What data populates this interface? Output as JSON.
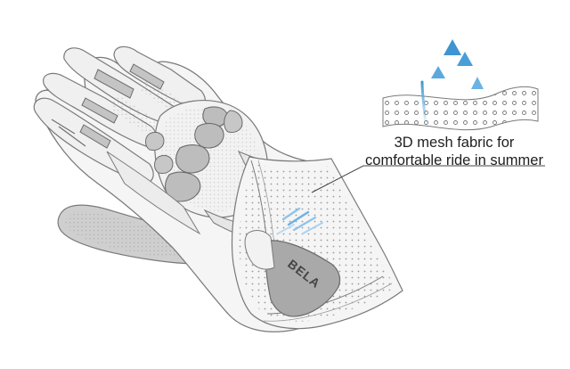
{
  "callout": {
    "line1": "3D mesh fabric for",
    "line2": "comfortable ride in summer"
  },
  "brand": {
    "logo_text": "BELA"
  },
  "colors": {
    "outline": "#7a7a7a",
    "glove_fill": "#f4f4f4",
    "panel_fill": "#c9c9c9",
    "dark_panel": "#a9a9a9",
    "airflow_blue": "#4a9ed8",
    "airflow_light": "#a9d1ef",
    "dot": "#9a9a9a"
  },
  "icons": {
    "airflow": "airflow-arrows-icon",
    "mesh": "mesh-swatch-icon",
    "glove": "glove-illustration"
  }
}
